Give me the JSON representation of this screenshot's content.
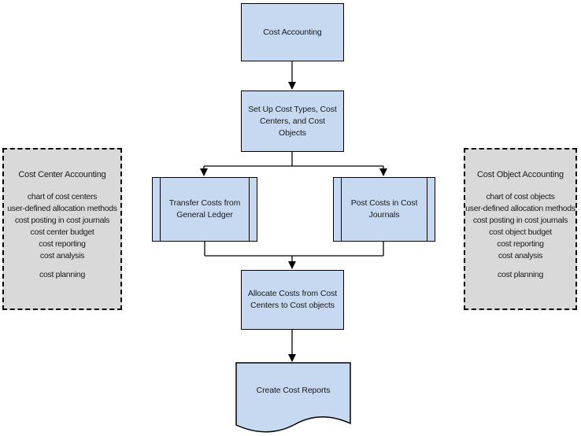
{
  "nodes": {
    "cost_accounting": {
      "label": "Cost Accounting"
    },
    "setup": {
      "label": "Set Up Cost Types, Cost Centers, and Cost Objects"
    },
    "transfer": {
      "label": "Transfer Costs from General Ledger"
    },
    "post": {
      "label": "Post Costs in Cost Journals"
    },
    "allocate": {
      "label": "Allocate Costs from Cost Centers to Cost objects"
    },
    "create_reports": {
      "label": "Create Cost Reports"
    }
  },
  "notes": {
    "left": {
      "title": "Cost Center Accounting",
      "items": [
        "chart of cost centers",
        "user-defined allocation methods",
        "cost posting in cost journals",
        "cost center budget",
        "cost reporting",
        "cost analysis"
      ],
      "footer_item": "cost planning"
    },
    "right": {
      "title": "Cost Object Accounting",
      "items": [
        "chart of cost objects",
        "user-defined allocation methods",
        "cost posting in cost journals",
        "cost object budget",
        "cost reporting",
        "cost analysis"
      ],
      "footer_item": "cost planning"
    }
  },
  "colors": {
    "node_fill": "#c6d9f1",
    "node_border": "#000000",
    "note_fill": "#d9d9d9",
    "note_border": "#000000",
    "connector": "#000000",
    "text": "#1a1a1a"
  }
}
